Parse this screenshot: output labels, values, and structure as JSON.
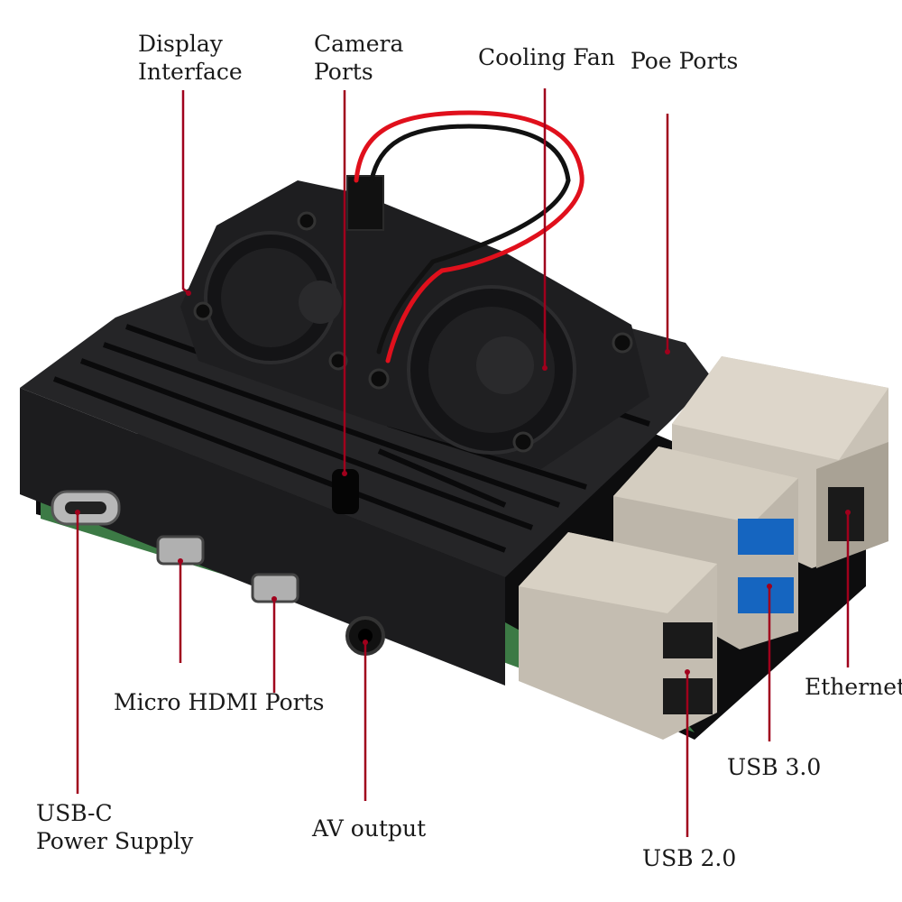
{
  "labels": {
    "display_interface": [
      "Display",
      "Interface"
    ],
    "camera_ports": [
      "Camera",
      "Ports"
    ],
    "cooling_fan": "Cooling Fan",
    "poe_ports": "Poe Ports",
    "micro_hdmi": "Micro HDMI Ports",
    "usb_c": [
      "USB-C",
      "Power Supply"
    ],
    "av_output": "AV output",
    "usb_2": "USB 2.0",
    "usb_3": "USB 3.0",
    "ethernet": "Ethernet"
  },
  "colors": {
    "leader_line": "#a0001c",
    "case_body": "#1c1c1e",
    "case_top": "#2a2a2c",
    "pcb": "#3c7a45",
    "usb3_blue": "#1565c0",
    "metal": "#c9c2b6",
    "wire_red": "#e0101c",
    "wire_black": "#111111"
  }
}
